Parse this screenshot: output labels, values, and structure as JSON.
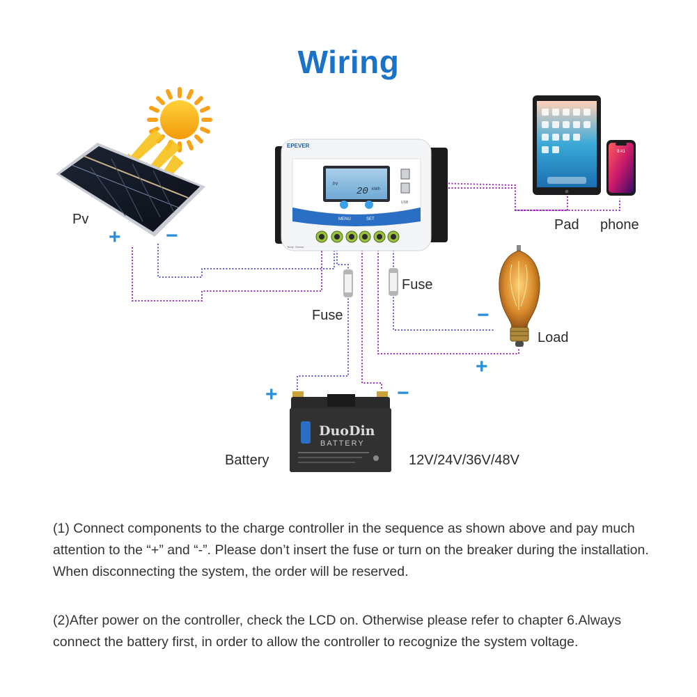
{
  "title": "Wiring",
  "labels": {
    "pv": "Pv",
    "pad": "Pad",
    "phone": "phone",
    "fuse_right": "Fuse",
    "fuse_left": "Fuse",
    "load": "Load",
    "battery": "Battery",
    "battery_voltage": "12V/24V/36V/48V"
  },
  "signs": {
    "pv_plus": "+",
    "pv_minus": "−",
    "load_minus": "−",
    "load_plus": "+",
    "battery_plus": "+",
    "battery_minus": "−"
  },
  "controller": {
    "brand": "EPEVER",
    "lcd_value": "20",
    "lcd_unit": "kWh",
    "lcd_mode": "PV",
    "menu": "MENU",
    "set": "SET",
    "usb": "USB",
    "temp": "Temp. Sensor"
  },
  "battery_product": {
    "brand_line1": "DuoDin",
    "brand_line2": "BATTERY"
  },
  "phone_time": "9:41",
  "instructions": [
    "(1) Connect components to the charge controller in the sequence as shown above and pay much attention to the “+” and “-”. Please don’t insert the fuse or turn on the breaker during the installation. When disconnecting the system, the order will be reserved.",
    "(2)After power on the controller, check the LCD on. Otherwise please refer to chapter 6.Always connect the battery first, in order to allow the controller to recognize the system voltage."
  ],
  "colors": {
    "title": "#1a73c9",
    "sign": "#2a8fd8",
    "wire_positive": "#9b30b8",
    "wire_negative": "#6060c8"
  }
}
